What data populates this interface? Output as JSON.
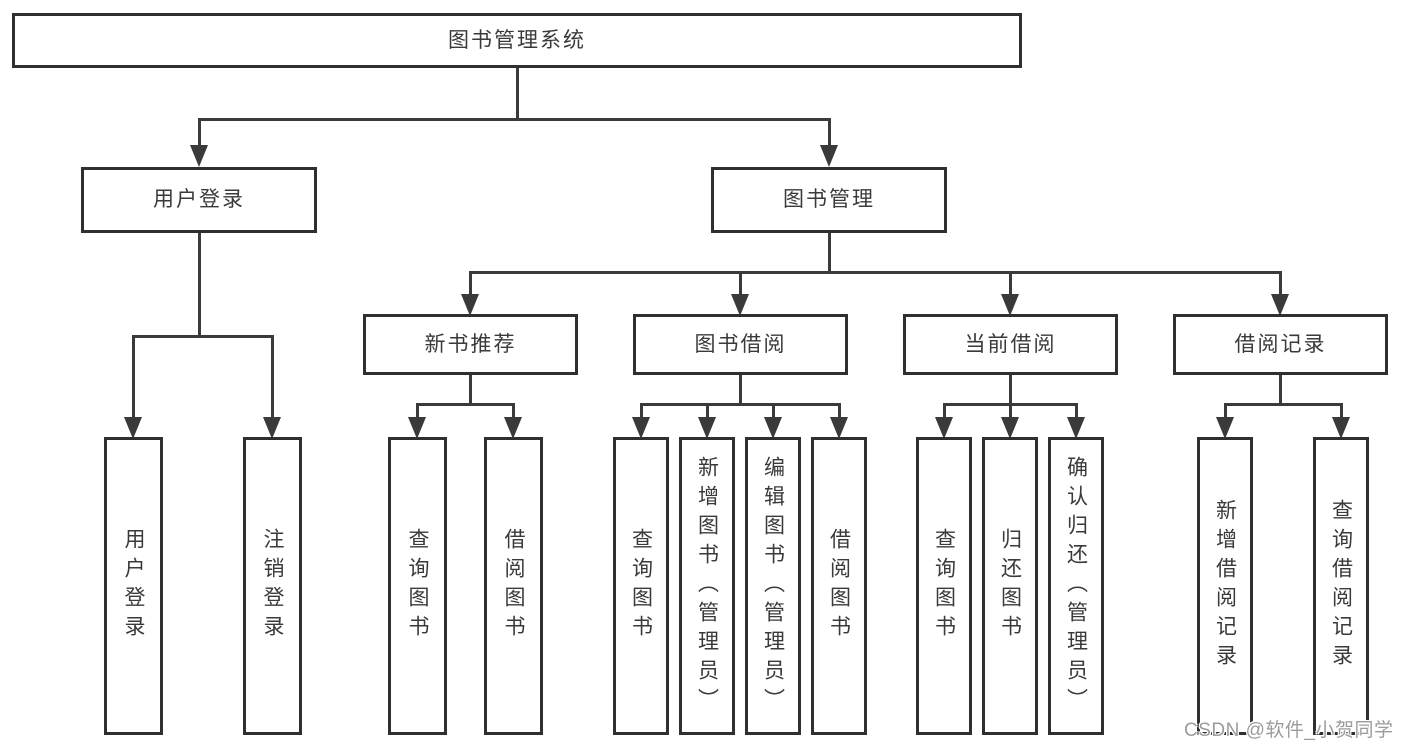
{
  "tree": {
    "label": "图书管理系统",
    "children": [
      {
        "label": "用户登录",
        "children": [
          {
            "label": "用户登录"
          },
          {
            "label": "注销登录"
          }
        ]
      },
      {
        "label": "图书管理",
        "children": [
          {
            "label": "新书推荐",
            "children": [
              {
                "label": "查询图书"
              },
              {
                "label": "借阅图书"
              }
            ]
          },
          {
            "label": "图书借阅",
            "children": [
              {
                "label": "查询图书"
              },
              {
                "label": "新增图书（管理员）"
              },
              {
                "label": "编辑图书（管理员）"
              },
              {
                "label": "借阅图书"
              }
            ]
          },
          {
            "label": "当前借阅",
            "children": [
              {
                "label": "查询图书"
              },
              {
                "label": "归还图书"
              },
              {
                "label": "确认归还（管理员）"
              }
            ]
          },
          {
            "label": "借阅记录",
            "children": [
              {
                "label": "新增借阅记录"
              },
              {
                "label": "查询借阅记录"
              }
            ]
          }
        ]
      }
    ]
  },
  "watermark": {
    "text": "CSDN @软件_小贺同学"
  },
  "colors": {
    "line": "#3a3a3a",
    "box_border": "#2f2f2f",
    "text": "#3a3a3a",
    "watermark": "#9c9c9c",
    "background": "#ffffff"
  }
}
